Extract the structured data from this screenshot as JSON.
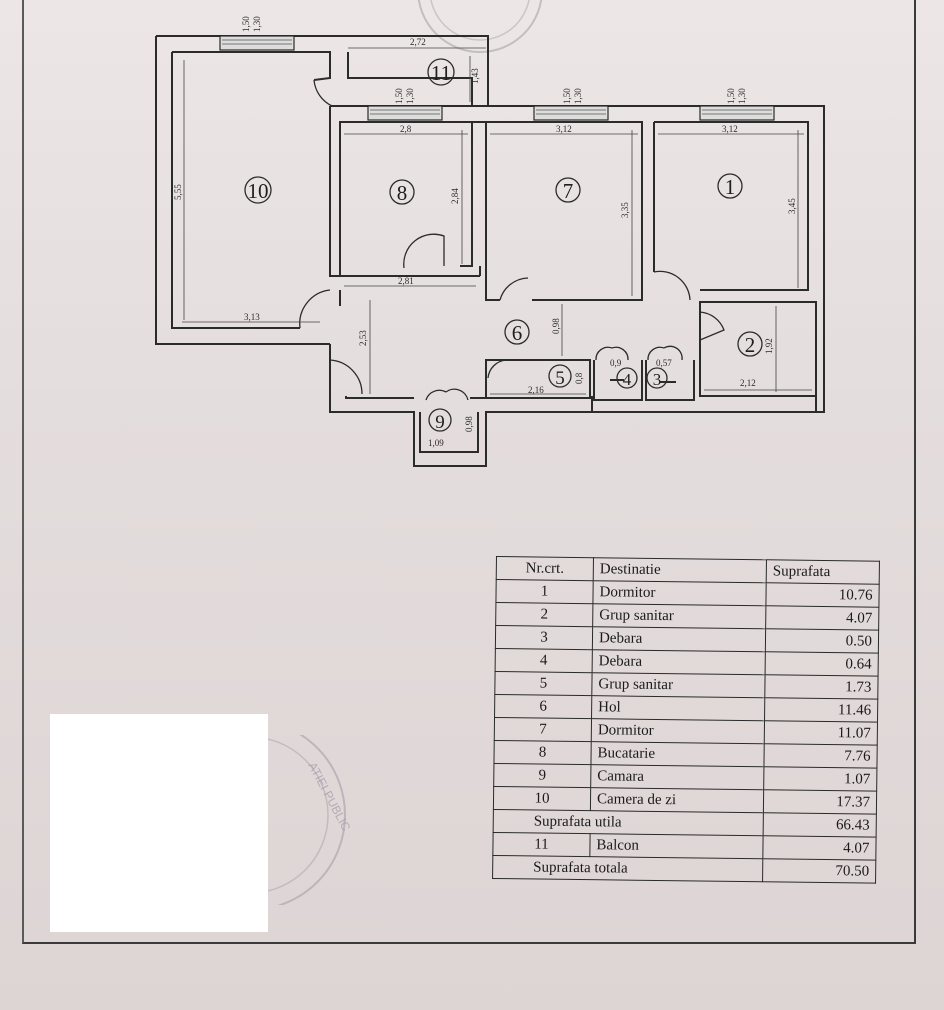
{
  "plan": {
    "rooms": [
      {
        "id": "1",
        "label": "1"
      },
      {
        "id": "2",
        "label": "2"
      },
      {
        "id": "3",
        "label": "3"
      },
      {
        "id": "4",
        "label": "4"
      },
      {
        "id": "5",
        "label": "5"
      },
      {
        "id": "6",
        "label": "6"
      },
      {
        "id": "7",
        "label": "7"
      },
      {
        "id": "8",
        "label": "8"
      },
      {
        "id": "9",
        "label": "9"
      },
      {
        "id": "10",
        "label": "10"
      },
      {
        "id": "11",
        "label": "11"
      }
    ],
    "dimensions": {
      "d_272": "2,72",
      "d_143": "1,43",
      "d_28": "2,8",
      "d_312a": "3,12",
      "d_312b": "3,12",
      "d_555": "5,55",
      "d_284": "2,84",
      "d_335": "3,35",
      "d_345": "3,45",
      "d_281": "2,81",
      "d_313": "3,13",
      "d_253": "2,53",
      "d_098": "0,98",
      "d_192": "1,92",
      "d_08": "0,8",
      "d_216": "2,16",
      "d_212": "2,12",
      "d_09": "0,9",
      "d_057": "0,57",
      "d_109": "1,09",
      "d_098b": "0,98"
    },
    "windows": {
      "w1a": "1,50",
      "w1b": "1,30",
      "w2a": "1,50",
      "w2b": "1,30",
      "w3a": "1,50",
      "w3b": "1,30",
      "w4a": "1,50",
      "w4b": "1,30"
    }
  },
  "table": {
    "headers": [
      "Nr.crt.",
      "Destinatie",
      "Suprafata"
    ],
    "rows": [
      {
        "nr": "1",
        "dest": "Dormitor",
        "sup": "10.76"
      },
      {
        "nr": "2",
        "dest": "Grup sanitar",
        "sup": "4.07"
      },
      {
        "nr": "3",
        "dest": "Debara",
        "sup": "0.50"
      },
      {
        "nr": "4",
        "dest": "Debara",
        "sup": "0.64"
      },
      {
        "nr": "5",
        "dest": "Grup sanitar",
        "sup": "1.73"
      },
      {
        "nr": "6",
        "dest": "Hol",
        "sup": "11.46"
      },
      {
        "nr": "7",
        "dest": "Dormitor",
        "sup": "11.07"
      },
      {
        "nr": "8",
        "dest": "Bucatarie",
        "sup": "7.76"
      },
      {
        "nr": "9",
        "dest": "Camara",
        "sup": "1.07"
      },
      {
        "nr": "10",
        "dest": "Camera de zi",
        "sup": "17.37"
      }
    ],
    "useful_label": "Suprafata utila",
    "useful_value": "66.43",
    "balcony": {
      "nr": "11",
      "dest": "Balcon",
      "sup": "4.07"
    },
    "total_label": "Suprafata totala",
    "total_value": "70.50"
  },
  "stamp_text": [
    "ATIEI PUBLIC"
  ]
}
